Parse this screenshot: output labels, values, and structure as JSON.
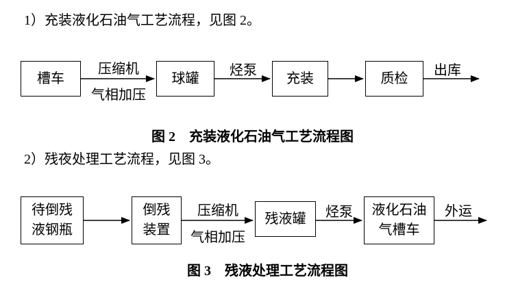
{
  "colors": {
    "background": "#ffffff",
    "text": "#000000",
    "line": "#000000"
  },
  "paragraph1": "1）充装液化石油气工艺流程，见图 2。",
  "paragraph2": "2）残夜处理工艺流程，见图 3。",
  "figure2": {
    "caption": "图 2　充装液化石油气工艺流程图",
    "nodes": {
      "tank_truck": "槽车",
      "spherical_tank": "球罐",
      "filling": "充装",
      "quality_check": "质检"
    },
    "edge_labels": {
      "compressor": "压缩机",
      "gas_phase_pressurize": "气相加压",
      "hydrocarbon_pump": "烃泵",
      "outbound": "出库"
    },
    "flow_sequence": "槽车 → 球罐 → 充装 → 质检 → 出库"
  },
  "figure3": {
    "caption": "图 3　残液处理工艺流程图",
    "nodes": {
      "cylinders_line1": "待倒残",
      "cylinders_line2": "液钢瓶",
      "dumping_device_line1": "倒残",
      "dumping_device_line2": "装置",
      "residual_tank": "残液罐",
      "lpg_truck_line1": "液化石油",
      "lpg_truck_line2": "气槽车"
    },
    "edge_labels": {
      "compressor": "压缩机",
      "gas_phase_pressurize": "气相加压",
      "hydrocarbon_pump": "烃泵",
      "outbound_transport": "外运"
    },
    "flow_sequence": "待倒残液钢瓶 → 倒残装置 → 残液罐 → 液化石油气槽车 → 外运"
  }
}
